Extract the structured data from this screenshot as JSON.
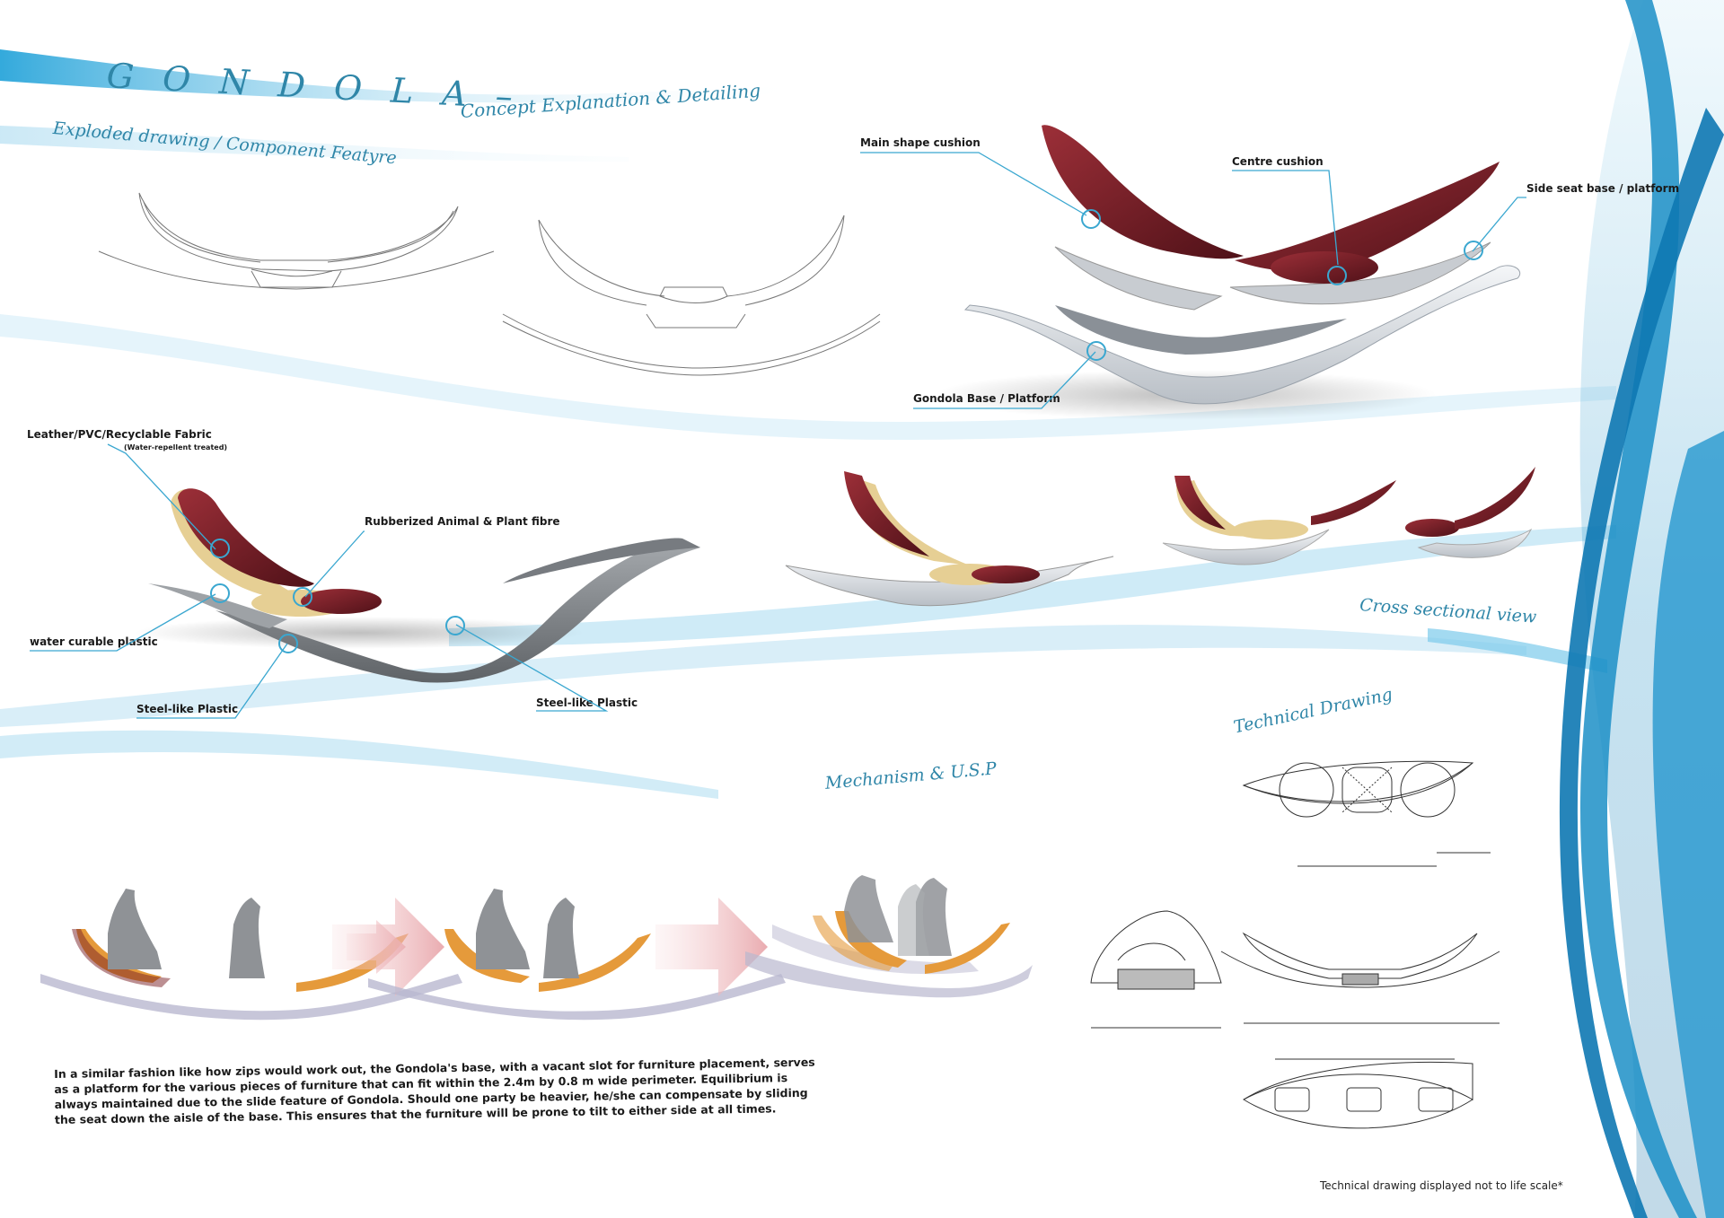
{
  "header": {
    "title": "G O N D O L A –",
    "subtitle": "Concept Explanation & Detailing"
  },
  "sections": {
    "exploded": "Exploded drawing / Component Featyre",
    "cross": "Cross sectional view",
    "technical": "Technical Drawing",
    "mechanism": "Mechanism & U.S.P"
  },
  "render_labels": {
    "main_cushion": "Main shape cushion",
    "centre_cushion": "Centre cushion",
    "side_seat": "Side seat base / platform",
    "gondola_base": "Gondola Base / Platform"
  },
  "material_labels": {
    "fabric": "Leather/PVC/Recyclable Fabric",
    "fabric_note": "(Water-repellent treated)",
    "fibre": "Rubberized Animal & Plant fibre",
    "water_plastic": "water curable plastic",
    "steel_left": "Steel-like Plastic",
    "steel_right": "Steel-like Plastic"
  },
  "description": "In a similar fashion like how zips would work out, the Gondola's base, with a vacant slot for furniture placement, serves as a platform for the various pieces of furniture that can fit within the 2.4m by 0.8 m wide perimeter. Equilibrium is always maintained due to the slide feature of Gondola. Should one party be heavier, he/she can compensate by sliding the seat down the aisle of the base. This ensures that the furniture will be prone to tilt to either side at all times.",
  "footnote": "Technical drawing displayed not to life scale*",
  "colors": {
    "accent_blue": "#2f86a8",
    "wave_blue": "#1d8fc4",
    "cushion_red": "#7a1f26",
    "foam_yellow": "#e8d39a",
    "base_grey": "#8c8f93"
  }
}
